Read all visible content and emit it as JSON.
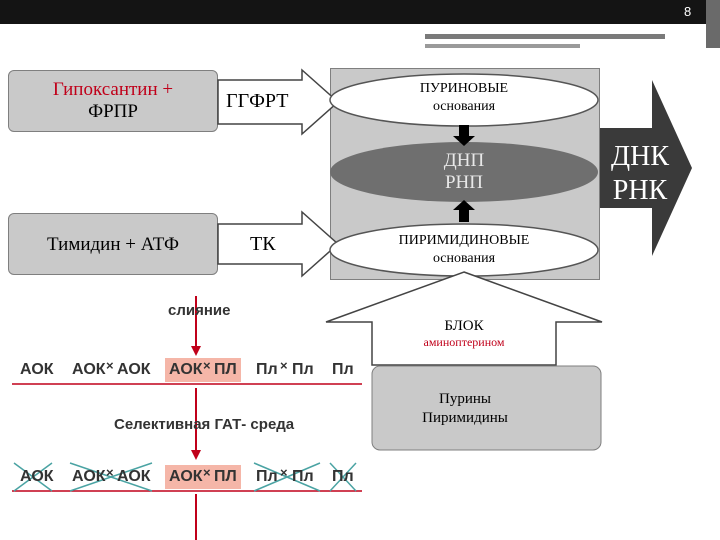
{
  "slide": {
    "page_number": "8"
  },
  "top_left_box": {
    "line1": "Гипоксантин +",
    "line2": "ФРПР"
  },
  "arrow_hgprt": "ГГФРТ",
  "purine_ellipse": {
    "line1": "ПУРИНОВЫЕ",
    "line2": "основания"
  },
  "dnp_ellipse": {
    "line1": "ДНП",
    "line2": "РНП"
  },
  "pyrimidine_ellipse": {
    "line1": "ПИРИМИДИНОВЫЕ",
    "line2": "основания"
  },
  "bottom_left_box": {
    "text": "Тимидин + АТФ"
  },
  "arrow_tk": "ТК",
  "big_arrow": {
    "line1": "ДНК",
    "line2": "РНК"
  },
  "block_arrow": {
    "label": "БЛОК",
    "sublabel": "аминоптерином"
  },
  "lower_panel": {
    "line1": "Пурины",
    "line2": "Пиримидины"
  },
  "fusion_scheme": {
    "fusion_label": "слияние",
    "row1": [
      "АОК",
      "АОК",
      "×",
      "АОК",
      "АОК",
      "×",
      "ПЛ",
      "Пл",
      "×",
      "Пл",
      "Пл"
    ],
    "medium_label": "Селективная ГАТ- среда",
    "row2": [
      "АОК",
      "АОК",
      "×",
      "АОК",
      "АОК",
      "×",
      "ПЛ",
      "Пл",
      "×",
      "Пл",
      "Пл"
    ]
  },
  "colors": {
    "box_fill": "#c9c9c9",
    "dark_ellipse": "#6f6f6f",
    "big_arrow": "#3a3a3a",
    "accent_red": "#c0001a",
    "hybrid_fill": "#f5b6a8"
  }
}
